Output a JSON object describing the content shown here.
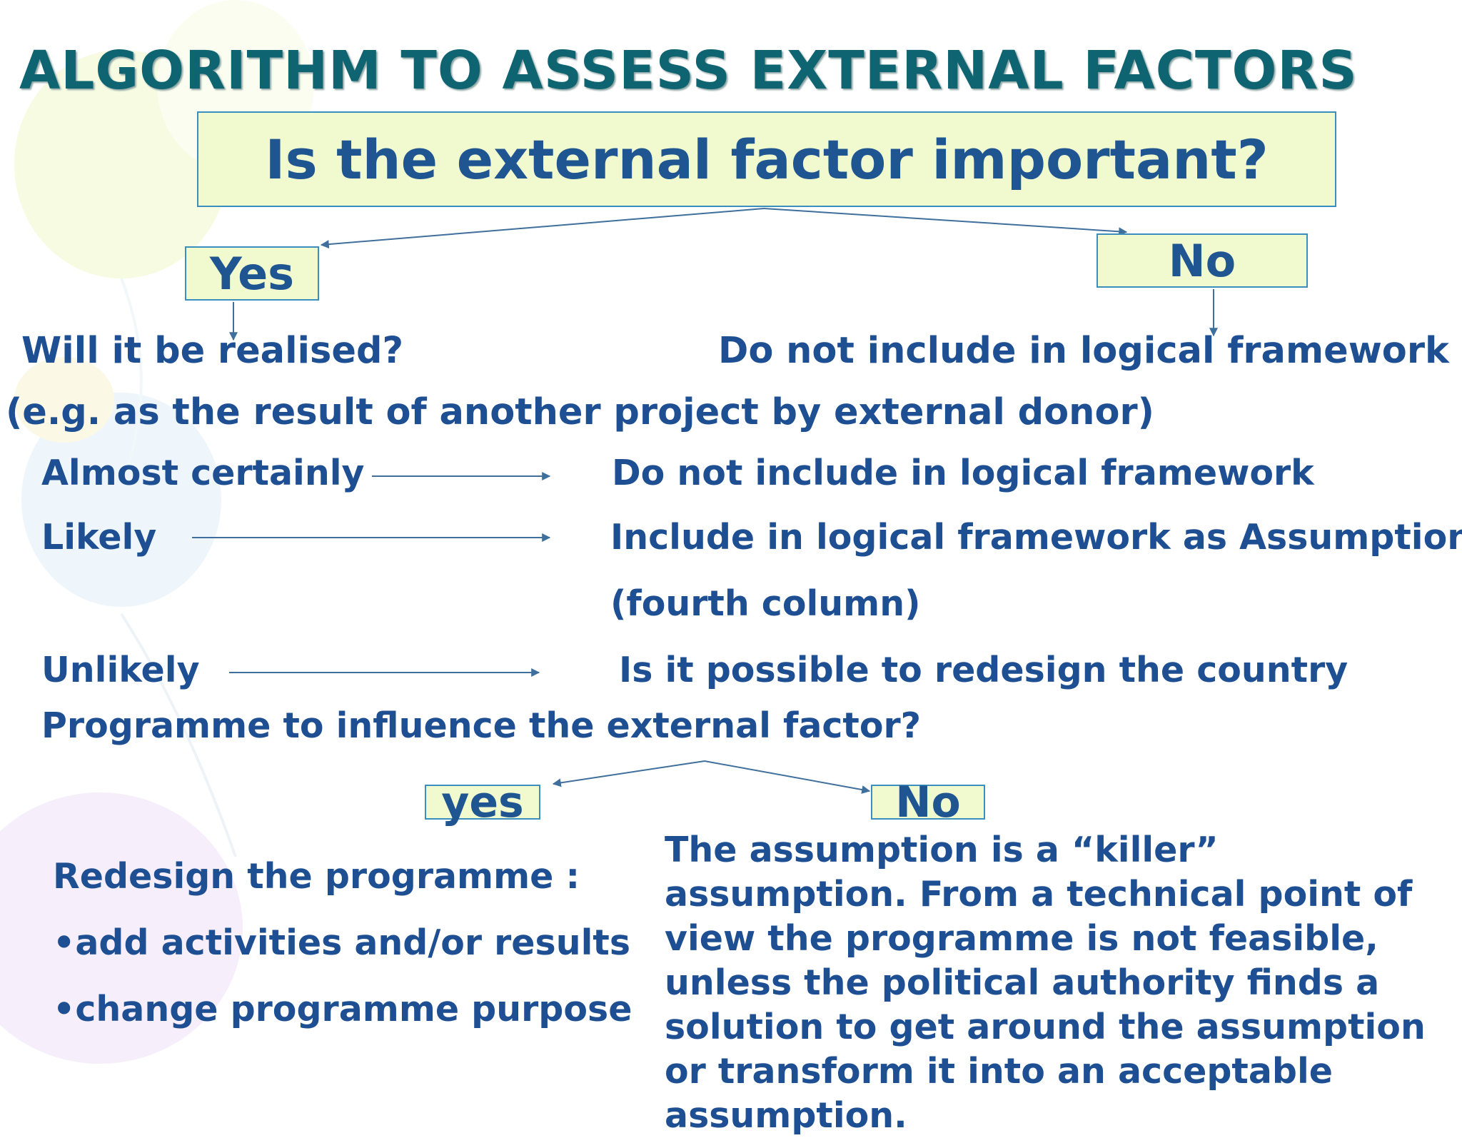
{
  "title": "ALGORITHM TO ASSESS EXTERNAL FACTORS",
  "question": "Is the external factor important?",
  "branch_yes": "Yes",
  "branch_no": "No",
  "yes_question": "Will it be realised?",
  "no_outcome": "Do not include in logical framework",
  "example_note": "(e.g. as the result of another project by external donor)",
  "likelihood_rows": [
    {
      "label": "Almost certainly",
      "outcome": "Do not include in logical framework"
    },
    {
      "label": "Likely",
      "outcome": "Include in logical framework as Assumption",
      "outcome_cont": "(fourth column)"
    },
    {
      "label": "Unlikely",
      "outcome": "Is it possible to redesign the country"
    }
  ],
  "redesign_question_cont": "Programme to influence the external factor?",
  "branch2_yes": "yes",
  "branch2_no": "No",
  "redesign": {
    "heading": "Redesign the  programme :",
    "items": [
      "•add activities and/or results",
      "•change programme purpose"
    ]
  },
  "killer_text": "The assumption is a “killer” assumption. From a technical point of view the programme is not feasible, unless the political authority finds a solution to get around the assumption or transform it into an acceptable assumption.",
  "colors": {
    "text": "#1d4f92",
    "title": "#0f6472",
    "box_fill": "#f1f9cf",
    "box_border": "#3a8fbe",
    "arrow": "#3f6f9c"
  }
}
